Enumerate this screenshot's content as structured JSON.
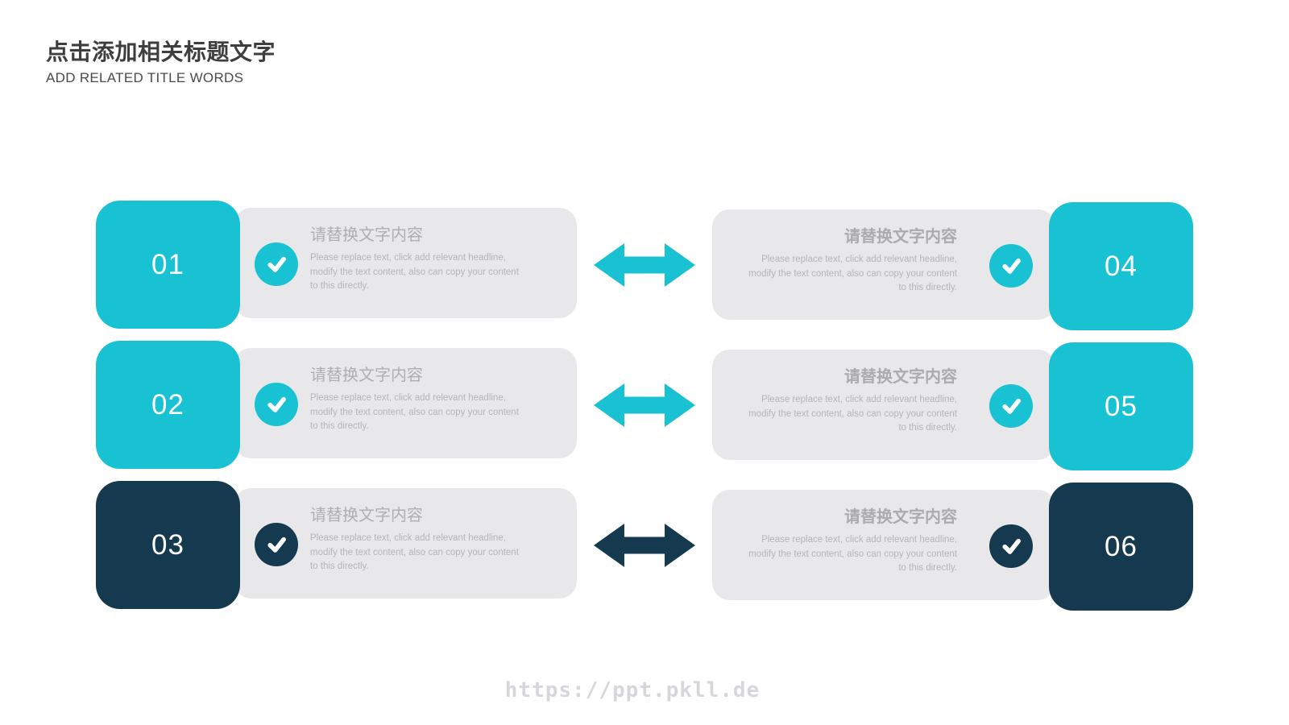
{
  "header": {
    "title": "点击添加相关标题文字",
    "subtitle": "ADD RELATED TITLE WORDS"
  },
  "rows": [
    {
      "accent": "#18c2d3",
      "left": {
        "number": "01",
        "heading": "请替换文字内容",
        "body": "Please replace text, click add relevant headline,\nmodify the text content, also can copy your content\nto this directly."
      },
      "right": {
        "number": "04",
        "heading": "请替换文字内容",
        "body": "Please replace text, click add relevant headline,\nmodify the text content, also can copy your content\nto this directly."
      }
    },
    {
      "accent": "#18c2d3",
      "left": {
        "number": "02",
        "heading": "请替换文字内容",
        "body": "Please replace text, click add relevant headline,\nmodify the text content, also can copy your content\nto this directly."
      },
      "right": {
        "number": "05",
        "heading": "请替换文字内容",
        "body": "Please replace text, click add relevant headline,\nmodify the text content, also can copy your content\nto this directly."
      }
    },
    {
      "accent": "#15394f",
      "left": {
        "number": "03",
        "heading": "请替换文字内容",
        "body": "Please replace text, click add relevant headline,\nmodify the text content, also can copy your content\nto this directly."
      },
      "right": {
        "number": "06",
        "heading": "请替换文字内容",
        "body": "Please replace text, click add relevant headline,\nmodify the text content, also can copy your content\nto this directly."
      }
    }
  ],
  "icons": {
    "check": "checkmark",
    "arrow": "double-headed-arrow"
  },
  "colors": {
    "accent_teal": "#18c2d3",
    "accent_navy": "#15394f",
    "card_background": "#e8e8ea",
    "heading_text": "#afafb2",
    "body_text": "#b5b5b8",
    "title_text": "#3e3e3e",
    "watermark_text": "#d7d7db"
  },
  "watermark": "https://ppt.pkll.de"
}
